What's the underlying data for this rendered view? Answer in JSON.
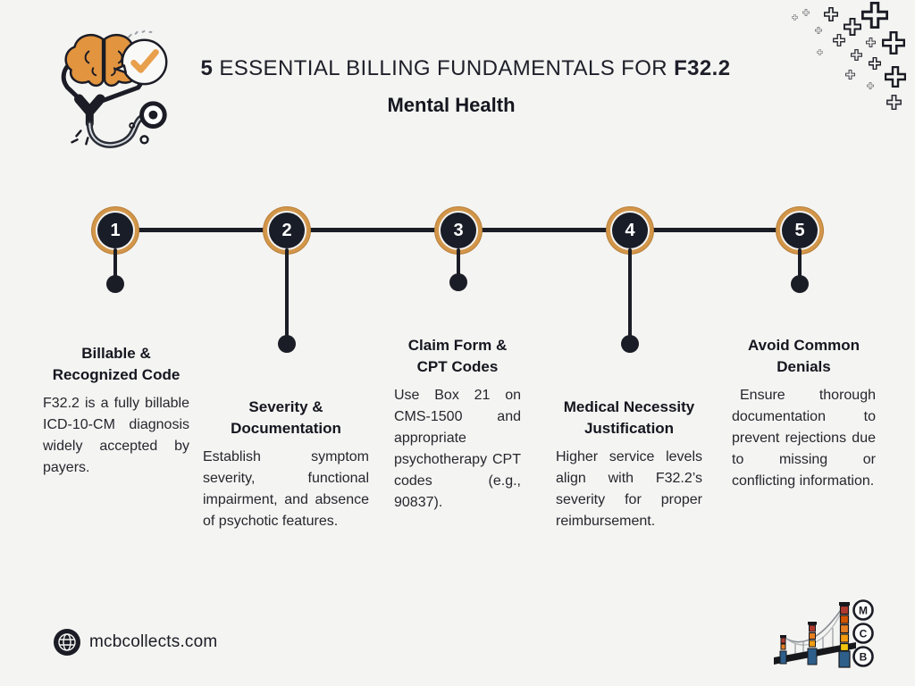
{
  "header": {
    "title": {
      "prefix": "5",
      "main": "ESSENTIAL BILLING FUNDAMENTALS FOR",
      "code": "F32.2"
    },
    "subtitle": "Mental Health"
  },
  "timeline": {
    "steps": [
      {
        "number": "1",
        "heading_line1": "Billable &",
        "heading_line2": "Recognized Code",
        "body": "F32.2 is a fully billable ICD-10-CM diagnosis widely accepted by payers."
      },
      {
        "number": "2",
        "heading_line1": "Severity &",
        "heading_line2": "Documentation",
        "body": "Establish symptom severity, functional impairment, and absence of psychotic features."
      },
      {
        "number": "3",
        "heading_line1": "Claim Form &",
        "heading_line2": "CPT Codes",
        "body": "Use Box 21 on CMS-1500 and appropriate psychotherapy CPT codes (e.g., 90837)."
      },
      {
        "number": "4",
        "heading_line1": "Medical Necessity",
        "heading_line2": "Justification",
        "body": "Higher service levels align with F32.2’s severity for proper reimbursement."
      },
      {
        "number": "5",
        "heading_line1": "Avoid Common",
        "heading_line2": "Denials",
        "body": "Ensure thorough documentation to prevent rejections due to missing or conflicting information."
      }
    ]
  },
  "footer": {
    "website": "mcbcollects.com",
    "logo_letters": [
      "M",
      "C",
      "B"
    ]
  },
  "icons": {
    "hero": "brain-stethoscope-illustration",
    "decoration": "medical-crosses",
    "footer_left": "globe-icon",
    "footer_right": "mcb-bridge-logo"
  },
  "colors": {
    "background": "#f4f4f2",
    "dark": "#1b1d26",
    "accent_orange": "#d2964a",
    "brain_orange": "#e2943f"
  }
}
